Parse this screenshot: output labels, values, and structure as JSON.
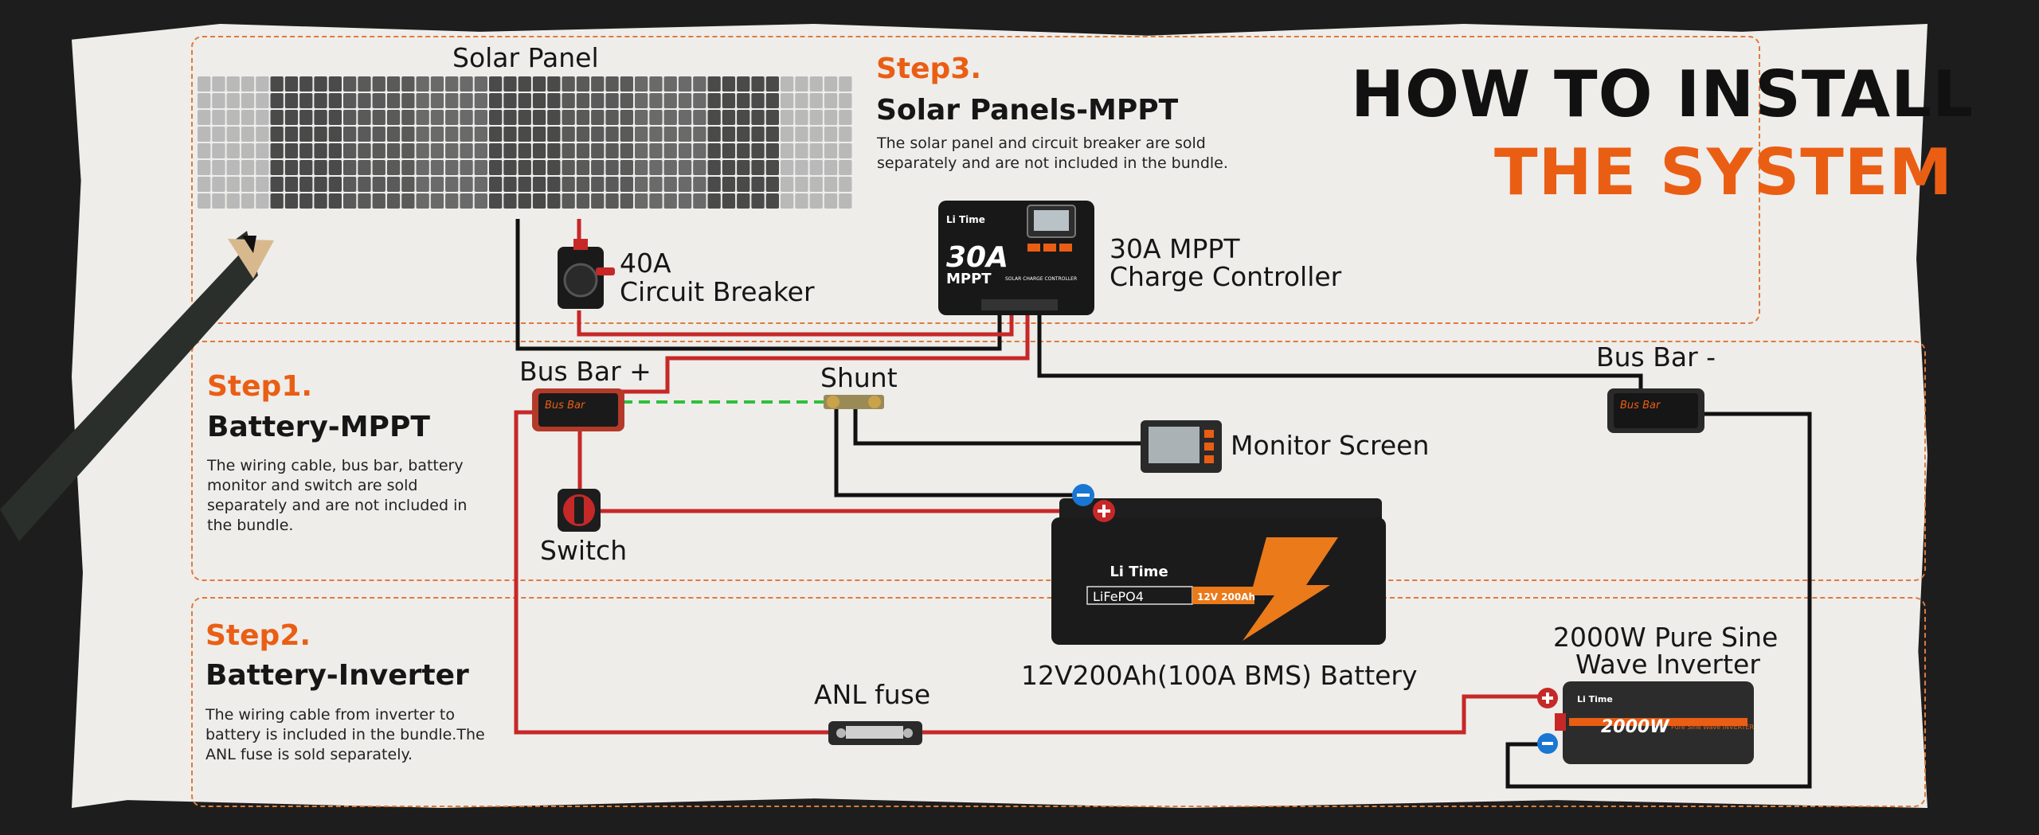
{
  "headline": {
    "line1": "HOW TO INSTALL",
    "line2": "THE SYSTEM"
  },
  "colors": {
    "accent": "#ea5e14",
    "wire_red": "#c62828",
    "wire_black": "#111111",
    "wire_green": "#2fbf3a"
  },
  "step1": {
    "label": "Step1.",
    "title": "Battery-MPPT",
    "description": "The wiring cable, bus bar, battery monitor and switch are sold separately and are not included in the bundle."
  },
  "step2": {
    "label": "Step2.",
    "title": "Battery-Inverter",
    "description": "The wiring cable from inverter to battery is included in the bundle.The ANL fuse is sold separately."
  },
  "step3": {
    "label": "Step3.",
    "title": "Solar Panels-MPPT",
    "description": "The solar panel and circuit breaker are sold separately and are not included in the bundle."
  },
  "components": {
    "solar_panel": "Solar Panel",
    "breaker_line1": "40A",
    "breaker_line2": "Circuit Breaker",
    "controller_line1": "30A MPPT",
    "controller_line2": "Charge Controller",
    "bus_bar_pos": "Bus Bar +",
    "bus_bar_neg": "Bus Bar -",
    "shunt": "Shunt",
    "monitor": "Monitor Screen",
    "switch": "Switch",
    "battery": "12V200Ah(100A BMS) Battery",
    "anl_fuse": "ANL fuse",
    "inverter_line1": "2000W Pure Sine",
    "inverter_line2": "Wave Inverter"
  },
  "device_text": {
    "brand": "Li Time",
    "controller_big": "30A",
    "controller_mppt": "MPPT",
    "controller_sub": "SOLAR CHARGE CONTROLLER",
    "busbar": "Bus Bar",
    "battery_chem": "LiFePO4",
    "battery_rating": "12V 200Ah",
    "inverter_power": "2000W",
    "inverter_type": "Pure Sine Wave INVERTER"
  }
}
